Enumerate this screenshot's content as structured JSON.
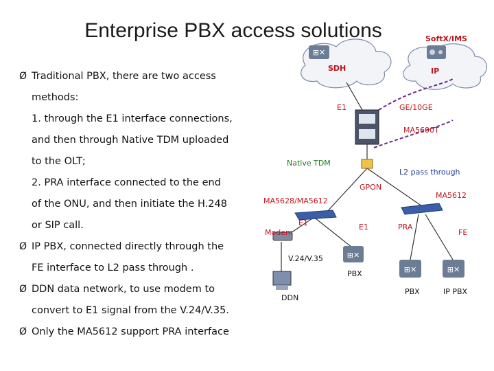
{
  "title": "Enterprise PBX access solutions",
  "bullets": [
    {
      "type": "bullet",
      "text": "Traditional PBX, there are two access"
    },
    {
      "type": "cont",
      "text": "methods:"
    },
    {
      "type": "cont",
      "text": "1. through the E1 interface connections,"
    },
    {
      "type": "cont",
      "text": "and then through Native TDM uploaded"
    },
    {
      "type": "cont",
      "text": "to the OLT;"
    },
    {
      "type": "cont",
      "text": "2. PRA interface connected to the end"
    },
    {
      "type": "cont",
      "text": "of the ONU, and then initiate the H.248"
    },
    {
      "type": "cont",
      "text": "or SIP call."
    },
    {
      "type": "bullet",
      "text": "IP PBX, connected directly through the"
    },
    {
      "type": "cont",
      "text": "FE interface to L2 pass through ."
    },
    {
      "type": "bullet",
      "text": "DDN data network, to use modem to"
    },
    {
      "type": "cont",
      "text": "convert to E1 signal from the V.24/V.35."
    },
    {
      "type": "bullet",
      "text": "Only the MA5612 support PRA interface"
    }
  ],
  "bullet_marker": "Ø",
  "diagram": {
    "softx_ims": "SoftX/IMS",
    "sdh": "SDH",
    "ip": "IP",
    "e1_top": "E1",
    "ge_10ge": "GE/10GE",
    "ma5600t": "MA5600T",
    "native_tdm": "Native TDM",
    "l2_pass_through": "L2 pass through",
    "gpon": "GPON",
    "ma5628_ma5612": "MA5628/MA5612",
    "ma5612": "MA5612",
    "modem": "Modem",
    "e1_left": "E1",
    "e1_mid": "E1",
    "pra": "PRA",
    "fe": "FE",
    "v24_v35": "V.24/V.35",
    "pbx_mid": "PBX",
    "ddn": "DDN",
    "pbx_right": "PBX",
    "ip_pbx": "IP PBX"
  },
  "colors": {
    "red_label": "#c0141c",
    "green_label": "#1a7a1a",
    "blue_label": "#1f3c9a",
    "dark_label": "#111111",
    "cloud_fill": "#f2f4f8",
    "cloud_stroke": "#7a8ca8",
    "device_blue": "#3a5fa8",
    "pbx_icon": "#6b7d95"
  }
}
